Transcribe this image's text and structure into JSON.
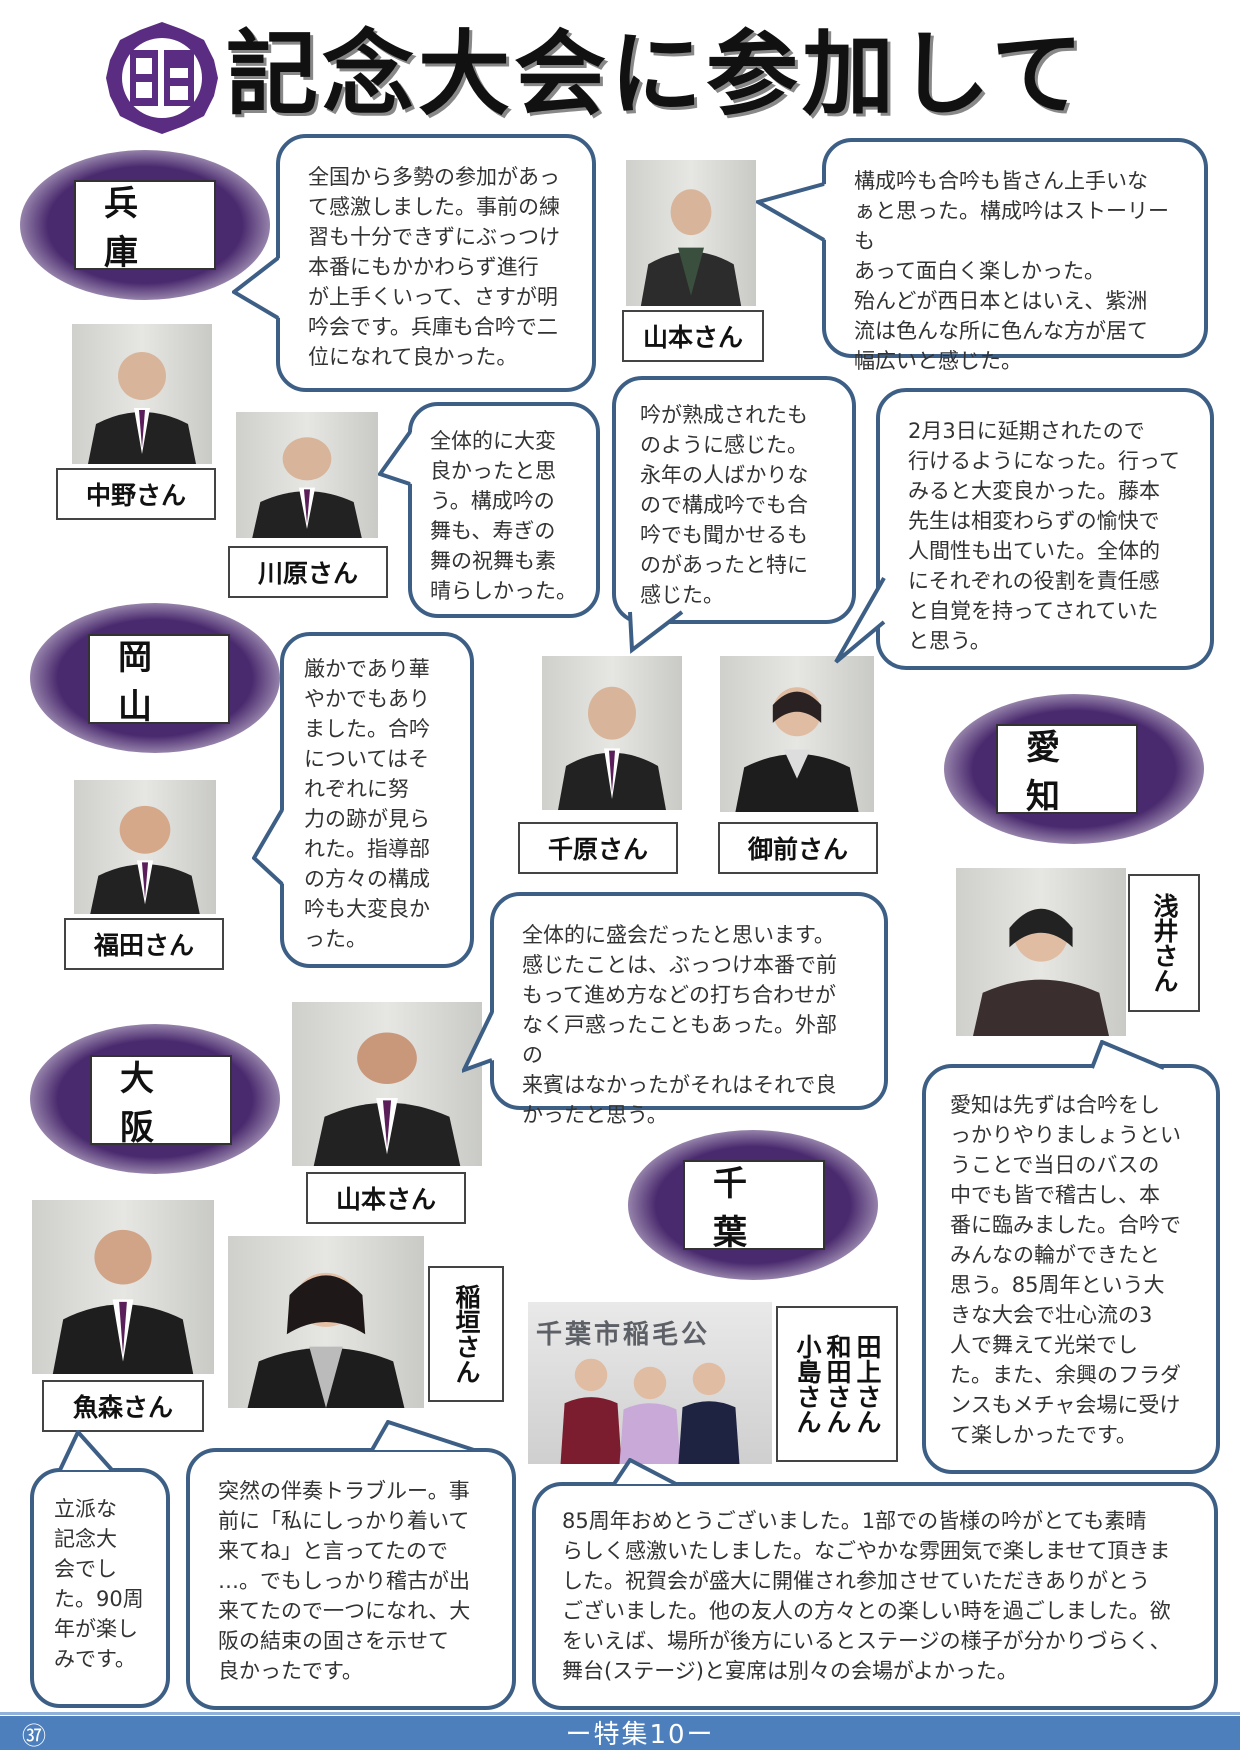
{
  "header": {
    "title": "記念大会に参加して",
    "logo_text": "明吟"
  },
  "regions": {
    "hyogo": "兵庫",
    "okayama": "岡山",
    "osaka": "大阪",
    "aichi": "愛知",
    "chiba": "千葉"
  },
  "names": {
    "nakano": "中野さん",
    "kawahara": "川原さん",
    "yamamoto_top": "山本さん",
    "fukuda": "福田さん",
    "chihara": "千原さん",
    "gozen": "御前さん",
    "asai": "浅井さん",
    "yamamoto_osaka": "山本さん",
    "uomori": "魚森さん",
    "inagaki": "稲垣さん",
    "chiba_group": "田上さん\n和田さん\n小島さん"
  },
  "bubbles": {
    "hyogo_main": "全国から多勢の参加があっ\nて感激しました。事前の練\n習も十分できずにぶっつけ\n本番にもかかわらず進行\nが上手くいって、さすが明\n吟会です。兵庫も合吟で二\n位になれて良かった。",
    "yamamoto_top": "構成吟も合吟も皆さん上手いな\nぁと思った。構成吟はストーリーも\nあって面白く楽しかった。\n殆んどが西日本とはいえ、紫洲\n流は色んな所に色んな方が居て\n幅広いと感じた。",
    "kawahara": "全体的に大変\n良かったと思\nう。構成吟の\n舞も、寿ぎの\n舞の祝舞も素\n晴らしかった。",
    "chihara": "吟が熟成されたも\nのように感じた。\n永年の人ばかりな\nので構成吟でも合\n吟でも聞かせるも\nのがあったと特に\n感じた。",
    "gozen": "2月3日に延期されたので\n行けるようになった。行って\nみると大変良かった。藤本\n先生は相変わらずの愉快で\n人間性も出ていた。全体的\nにそれぞれの役割を責任感\nと自覚を持ってされていた\nと思う。",
    "fukuda": "厳かであり華\nやかでもあり\nました。合吟\nについてはそ\nれぞれに努\n力の跡が見ら\nれた。指導部\nの方々の構成\n吟も大変良か\nった。",
    "yamamoto_osaka": "全体的に盛会だったと思います。\n感じたことは、ぶっつけ本番で前\nもって進め方などの打ち合わせが\nなく戸惑ったこともあった。外部の\n来賓はなかったがそれはそれで良\nかったと思う。",
    "asai": "愛知は先ずは合吟をし\nっかりやりましょうとい\nうことで当日のバスの\n中でも皆で稽古し、本\n番に臨みました。合吟で\nみんなの輪ができたと\n思う。85周年という大\nきな大会で壮心流の3\n人で舞えて光栄でし\nた。また、余興のフラダ\nンスもメチャ会場に受け\nて楽しかったです。",
    "uomori": "立派な\n記念大\n会でし\nた。90周\n年が楽し\nみです。",
    "inagaki": "突然の伴奏トラブルー。事\n前に「私にしっかり着いて\n来てね」と言ってたので\n…。でもしっかり稽古が出\n来てたので一つになれ、大\n阪の結束の固さを示せて\n良かったです。",
    "chiba": "85周年おめとうございました。1部での皆様の吟がとても素晴\nらしく感激いたしました。なごやかな雰囲気で楽しませて頂きま\nした。祝賀会が盛大に開催され参加させていただきありがとう\nございました。他の友人の方々との楽しい時を過ごしました。欲\nをいえば、場所が後方にいるとステージの様子が分かりづらく、\n舞台(ステージ)と宴席は別々の会場がよかった。"
  },
  "photo_signage": "千葉市稲毛公",
  "footer": {
    "page_number": "㊲",
    "section": "ー特集10ー"
  },
  "colors": {
    "purple": "#4a2a6e",
    "bubble_border": "#3d5f86",
    "footer_blue": "#4d7fbd"
  }
}
